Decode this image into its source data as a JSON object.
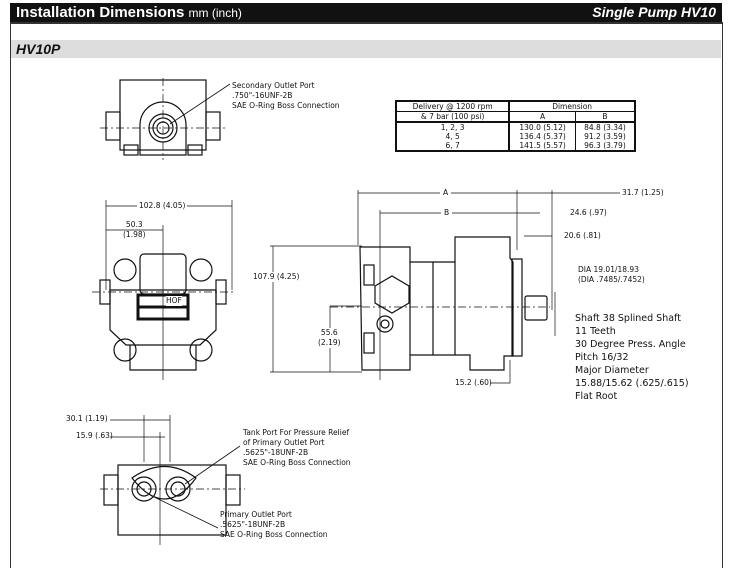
{
  "header": {
    "title": "Installation Dimensions",
    "units": "mm (inch)",
    "product": "Single Pump HV10"
  },
  "section": {
    "title": "HV10P"
  },
  "table": {
    "header_col1_line1": "Delivery @ 1200 rpm",
    "header_col1_line2": "& 7 bar (100 psi)",
    "header_dimension": "Dimension",
    "col_a": "A",
    "col_b": "B",
    "rows": [
      {
        "delivery": "1, 2, 3",
        "a": "130.0 (5.12)",
        "b": "84.8 (3.34)"
      },
      {
        "delivery": "4, 5",
        "a": "136.4 (5.37)",
        "b": "91.2 (3.59)"
      },
      {
        "delivery": "6, 7",
        "a": "141.5 (5.57)",
        "b": "96.3 (3.79)"
      }
    ]
  },
  "labels": {
    "secondary_outlet": [
      "Secondary Outlet Port",
      ".750\"-16UNF-2B",
      "SAE O-Ring Boss Connection"
    ],
    "width": "102.8 (4.05)",
    "half_width": [
      "50.3",
      "(1.98)"
    ],
    "hof": "HOF",
    "dim_a": "A",
    "dim_b": "B",
    "d31": "31.7 (1.25)",
    "d24": "24.6 (.97)",
    "d20": "20.6 (.81)",
    "height": "107.9 (4.25)",
    "center": [
      "55.6",
      "(2.19)"
    ],
    "flange": "15.2 (.60)",
    "dia": [
      "DIA 19.01/18.93",
      "(DIA .7485/.7452)"
    ],
    "shaft": [
      "Shaft 38 Splined Shaft",
      "11 Teeth",
      "30 Degree Press. Angle",
      "Pitch 16/32",
      "Major Diameter",
      "15.88/15.62 (.625/.615)",
      "Flat Root"
    ],
    "d30": "30.1 (1.19)",
    "d15": "15.9 (.63)",
    "tank_port": [
      "Tank Port For Pressure Relief",
      "of Primary Outlet Port",
      ".5625\"-18UNF-2B",
      "SAE O-Ring Boss Connection"
    ],
    "primary_outlet": [
      "Primary Outlet Port",
      ".5625\"-18UNF-2B",
      "SAE O-Ring Boss Connection"
    ]
  }
}
